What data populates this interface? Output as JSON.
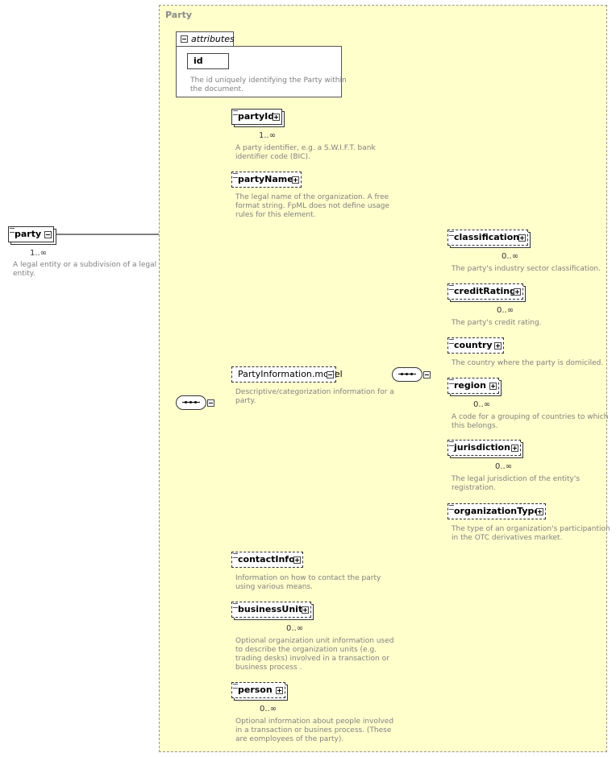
{
  "complex_type": {
    "title": "Party"
  },
  "attributes": {
    "header": "attributes",
    "id": {
      "name": "id",
      "doc": [
        "The id uniquely identifying the Party within",
        "the document."
      ]
    }
  },
  "root": {
    "name": "party",
    "cardinality": "1..∞",
    "doc": [
      "A legal entity or a subdivision of a legal",
      "entity."
    ]
  },
  "elements": {
    "partyId": {
      "name": "partyId",
      "cardinality": "1..∞",
      "doc": [
        "A party identifier, e.g. a S.W.I.F.T. bank",
        "identifier code (BIC)."
      ]
    },
    "partyName": {
      "name": "partyName",
      "doc": [
        "The legal name of the organization. A free",
        "format string. FpML does not define usage",
        "rules for this element."
      ]
    },
    "partyInformation": {
      "name": "PartyInformation.model",
      "doc": [
        "Descriptive/categorization information for a",
        "party."
      ]
    },
    "contactInfo": {
      "name": "contactInfo",
      "doc": [
        "Information on how to contact the party",
        "using various means."
      ]
    },
    "businessUnit": {
      "name": "businessUnit",
      "cardinality": "0..∞",
      "doc": [
        "Optional organization unit information used",
        "to describe the organization units (e.g.",
        "trading desks) involved in a transaction or",
        "business process ."
      ]
    },
    "person": {
      "name": "person",
      "cardinality": "0..∞",
      "doc": [
        "Optional information about people involved",
        "in a transaction or busines process. (These",
        "are eomployees of the party)."
      ]
    }
  },
  "model_elements": {
    "classification": {
      "name": "classification",
      "cardinality": "0..∞",
      "doc": [
        "The party's industry sector classification."
      ]
    },
    "creditRating": {
      "name": "creditRating",
      "cardinality": "0..∞",
      "doc": [
        "The party's credit rating."
      ]
    },
    "country": {
      "name": "country",
      "doc": [
        "The country where the party is domiciled."
      ]
    },
    "region": {
      "name": "region",
      "cardinality": "0..∞",
      "doc": [
        "A code for a grouping of countries to which",
        "this belongs."
      ]
    },
    "jurisdiction": {
      "name": "jurisdiction",
      "cardinality": "0..∞",
      "doc": [
        "The legal jurisdiction of the entity's",
        "registration."
      ]
    },
    "organizationType": {
      "name": "organizationType",
      "doc": [
        "The type of an organization's participantion",
        "in the OTC derivatives market."
      ]
    }
  }
}
